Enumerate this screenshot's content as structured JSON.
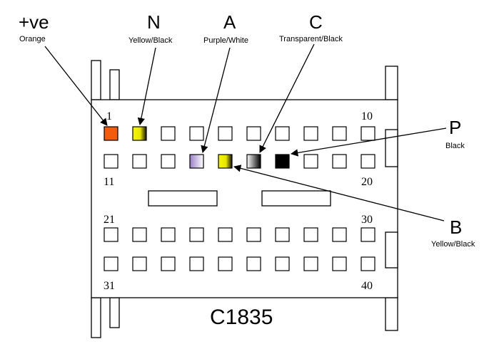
{
  "connector": {
    "name": "C1835"
  },
  "pin_numbers": [
    "1",
    "10",
    "11",
    "20",
    "21",
    "30",
    "31",
    "40"
  ],
  "wires": [
    {
      "key": "pos",
      "letter": "+ve",
      "color_name": "Orange",
      "fill": "#f25c0f",
      "pin": 1
    },
    {
      "key": "n",
      "letter": "N",
      "color_name": "Yellow/Black",
      "fill": "yellow-black",
      "pin": 2
    },
    {
      "key": "a",
      "letter": "A",
      "color_name": "Purple/White",
      "fill": "purple-white",
      "pin": 14
    },
    {
      "key": "c",
      "letter": "C",
      "color_name": "Transparent/Black",
      "fill": "white-black",
      "pin": 16
    },
    {
      "key": "p",
      "letter": "P",
      "color_name": "Black",
      "fill": "#000000",
      "pin": 17
    },
    {
      "key": "b",
      "letter": "B",
      "color_name": "Yellow/Black",
      "fill": "yellow-black",
      "pin": 15
    }
  ],
  "colors": {
    "outline": "#000000",
    "background": "#ffffff",
    "orange": "#f25c0f",
    "yellow": "#f5f500",
    "purple": "#9b7fc8"
  }
}
